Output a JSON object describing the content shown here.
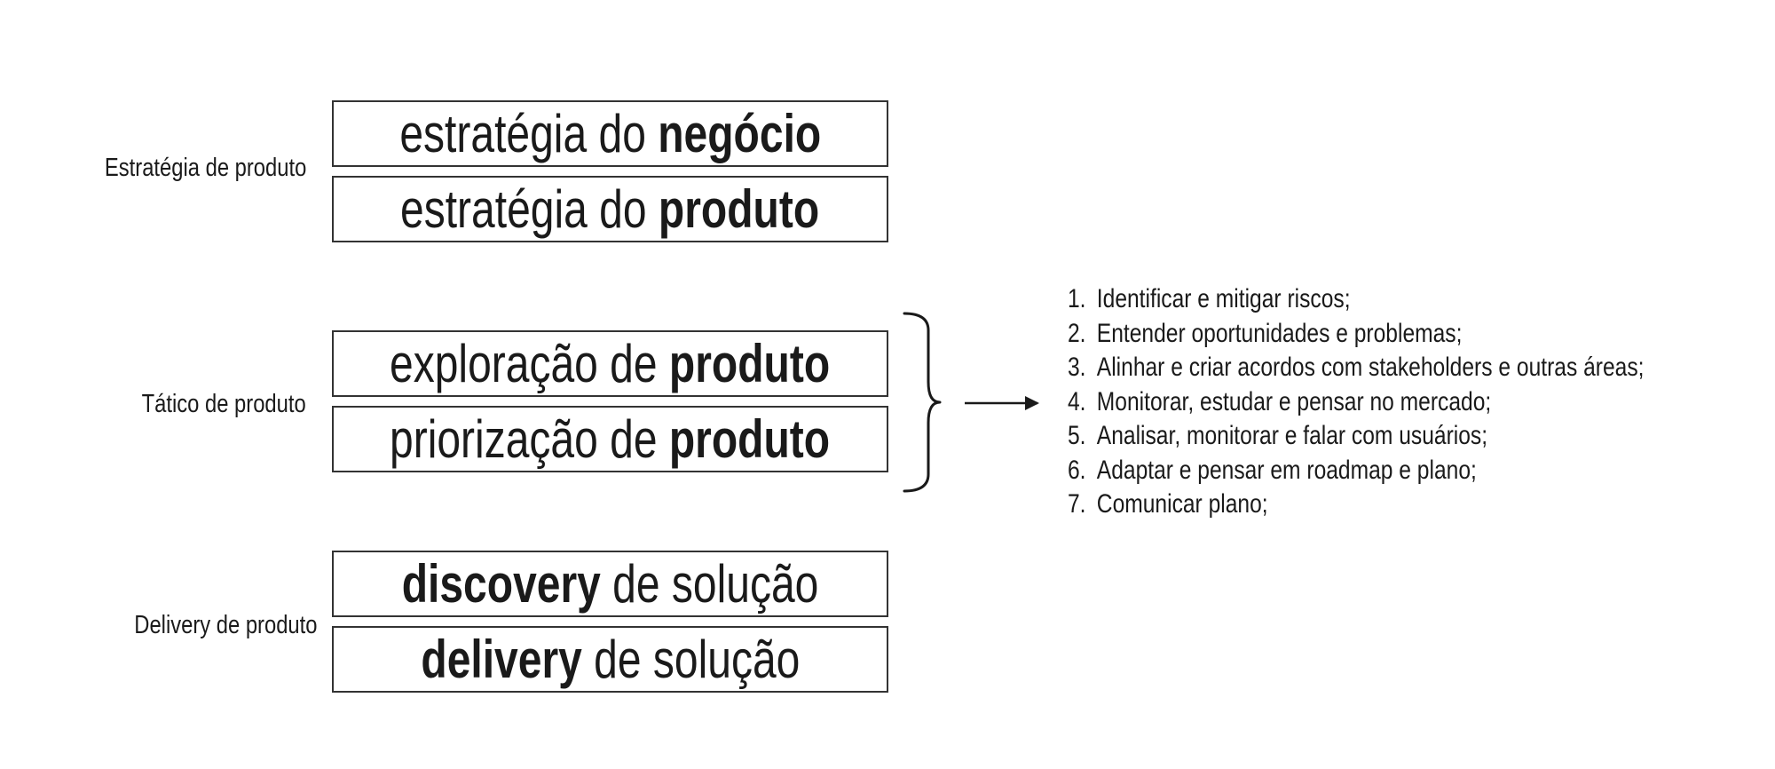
{
  "groups": [
    {
      "label": "Estratégia de produto",
      "boxes": [
        {
          "normal_before": "estratégia do ",
          "bold": "negócio",
          "normal_after": ""
        },
        {
          "normal_before": "estratégia do ",
          "bold": "produto",
          "normal_after": ""
        }
      ]
    },
    {
      "label": "Tático de produto",
      "boxes": [
        {
          "normal_before": "exploração de ",
          "bold": "produto",
          "normal_after": ""
        },
        {
          "normal_before": "priorização de ",
          "bold": "produto",
          "normal_after": ""
        }
      ]
    },
    {
      "label": "Delivery de produto",
      "boxes": [
        {
          "normal_before": "",
          "bold": "discovery",
          "normal_after": " de solução"
        },
        {
          "normal_before": "",
          "bold": "delivery",
          "normal_after": " de solução"
        }
      ]
    }
  ],
  "steps": [
    {
      "num": "1.",
      "text": "Identificar e mitigar riscos;"
    },
    {
      "num": "2.",
      "text": "Entender oportunidades e problemas;"
    },
    {
      "num": "3.",
      "text": "Alinhar e criar acordos com stakeholders e outras áreas;"
    },
    {
      "num": "4.",
      "text": "Monitorar, estudar e pensar no mercado;"
    },
    {
      "num": "5.",
      "text": "Analisar, monitorar e falar com usuários;"
    },
    {
      "num": "6.",
      "text": "Adaptar e pensar em roadmap e plano;"
    },
    {
      "num": "7.",
      "text": "Comunicar plano;"
    }
  ],
  "colors": {
    "text": "#1a1a1a",
    "border": "#333333",
    "background": "#ffffff"
  },
  "icons": {
    "brace": "right-curly-brace-icon",
    "arrow": "right-arrow-icon"
  }
}
